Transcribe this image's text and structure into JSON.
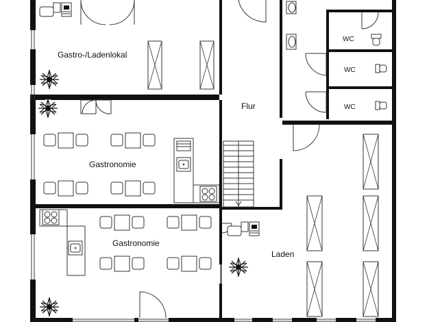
{
  "rooms": {
    "gastro_laden": "Gastro-/Ladenlokal",
    "gastronomie_1": "Gastronomie",
    "gastronomie_2": "Gastronomie",
    "flur": "Flur",
    "laden": "Laden",
    "wc_1": "WC",
    "wc_2": "WC",
    "wc_3": "WC"
  },
  "colors": {
    "wall": "#111111",
    "line": "#222222",
    "background": "#ffffff"
  }
}
